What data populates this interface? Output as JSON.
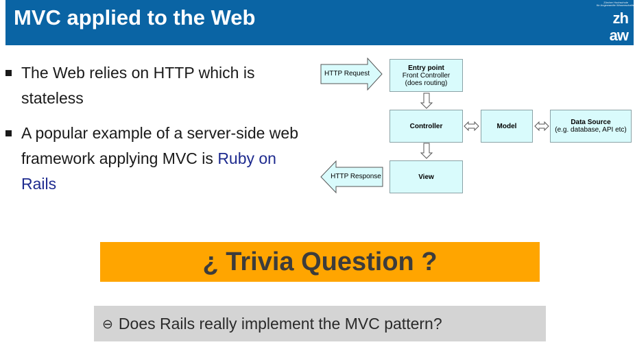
{
  "header": {
    "title": "MVC applied to the Web",
    "logo_small_line1": "Zürcher Hochschule",
    "logo_small_line2": "für Angewandte Wissenschaften",
    "logo_mark_line1": "zh",
    "logo_mark_line2": "aw"
  },
  "bullets": [
    {
      "text": "The Web relies on HTTP which is stateless"
    },
    {
      "text": "A popular example of a server-side web framework applying MVC is ",
      "link": "Ruby on Rails"
    }
  ],
  "diagram": {
    "http_request": "HTTP Request",
    "entry_title": "Entry point",
    "entry_line2": "Front Controller",
    "entry_line3": "(does routing)",
    "controller": "Controller",
    "model": "Model",
    "datasource_title": "Data Source",
    "datasource_sub": "(e.g. database, API etc)",
    "view": "View",
    "http_response": "HTTP Response"
  },
  "trivia": {
    "label": "¿ Trivia Question ?"
  },
  "question": {
    "icon": "⊖",
    "text": "Does Rails really implement the MVC pattern?"
  },
  "colors": {
    "header": "#0a64a4",
    "trivia": "#ffa500",
    "question_bg": "#d4d4d4",
    "link": "#1e2b8f",
    "diagram_box": "#d9fbfc"
  }
}
